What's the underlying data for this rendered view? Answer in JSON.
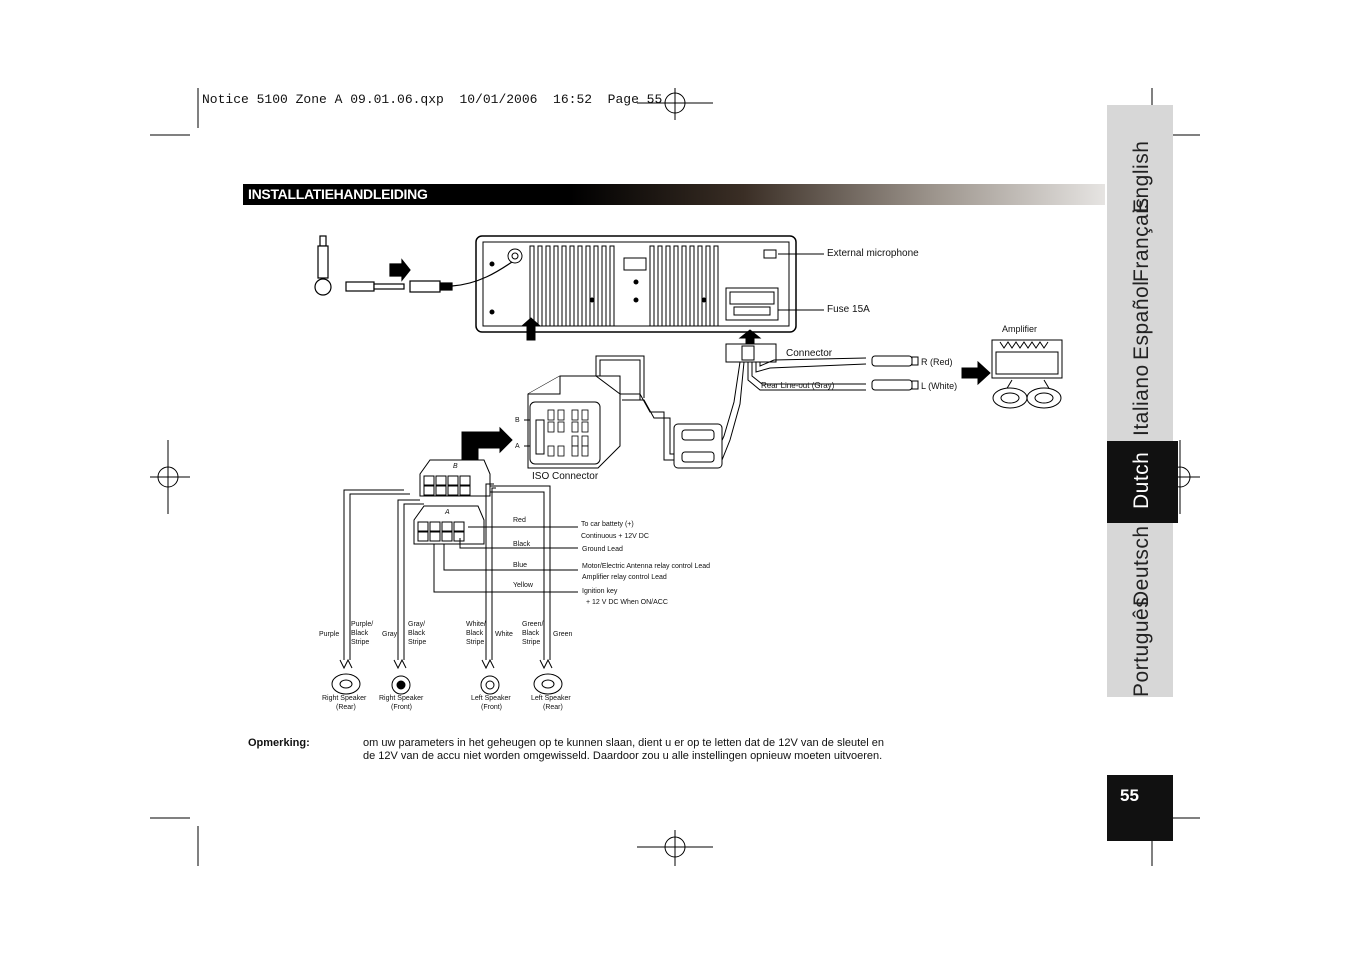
{
  "slug": "Notice 5100 Zone A 09.01.06.qxp  10/01/2006  16:52  Page 55",
  "header": {
    "title": "INSTALLATIEHANDLEIDING"
  },
  "languages": {
    "portugues": "Português",
    "deutsch": "Deutsch",
    "dutch": "Dutch",
    "italiano": "Italiano",
    "espanol": "Español",
    "francais": "Français",
    "english": "English"
  },
  "page_number": "55",
  "diagram": {
    "external_microphone": "External microphone",
    "fuse": "Fuse 15A",
    "connector": "Connector",
    "amplifier": "Amplifier",
    "r_red": "R (Red)",
    "l_white": "L (White)",
    "rear_line_out": "Rear Line-out (Gray)",
    "iso_connector": "ISO Connector",
    "iso_b": "B",
    "iso_a": "A",
    "plug_b": "B",
    "plug_a": "A",
    "wire_red": "Red",
    "wire_black": "Black",
    "wire_blue": "Blue",
    "wire_yellow": "Yellow",
    "car_battery_1": "To car battety (+)",
    "car_battery_2": "Continuous  + 12V DC",
    "ground_lead": "Ground Lead",
    "motor_lead": "Motor/Electric Antenna relay control Lead",
    "amp_lead": "Amplifier relay control Lead",
    "ignition_1": "Ignition key",
    "ignition_2": "+ 12 V DC When  ON/ACC",
    "wire_purple": "Purple",
    "wire_purple_black_1": "Purple/",
    "wire_purple_black_2": "Black",
    "wire_purple_black_3": "Stripe",
    "wire_gray": "Gray",
    "wire_gray_black_1": "Gray/",
    "wire_gray_black_2": "Black",
    "wire_gray_black_3": "Stripe",
    "wire_white_black_1": "White/",
    "wire_white_black_2": "Black",
    "wire_white_black_3": "Stripe",
    "wire_white": "White",
    "wire_green_black_1": "Green/",
    "wire_green_black_2": "Black",
    "wire_green_black_3": "Stripe",
    "wire_green": "Green",
    "speaker_rr_1": "Right Speaker",
    "speaker_rr_2": "(Rear)",
    "speaker_rf_1": "Right Speaker",
    "speaker_rf_2": "(Front)",
    "speaker_lf_1": "Left Speaker",
    "speaker_lf_2": "(Front)",
    "speaker_lr_1": "Left Speaker",
    "speaker_lr_2": "(Rear)"
  },
  "note": {
    "label": "Opmerking:",
    "line1": "om uw parameters in het geheugen op te kunnen slaan, dient u er op te letten dat de 12V  van de sleutel en",
    "line2": "de 12V van de accu niet worden omgewisseld. Daardoor zou u alle instellingen opnieuw moeten uitvoeren."
  }
}
